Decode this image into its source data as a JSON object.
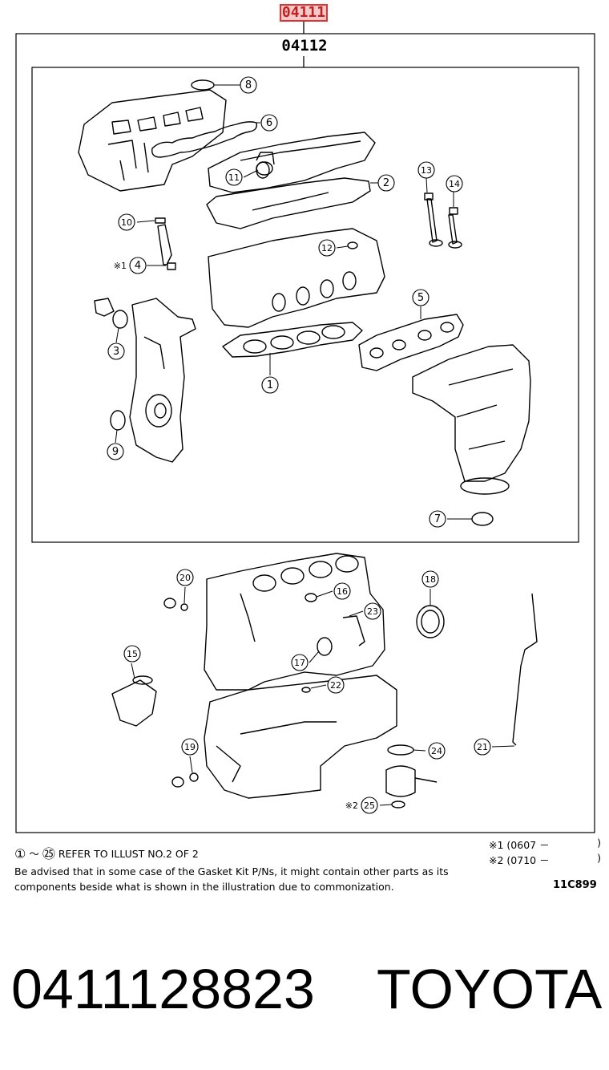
{
  "header": {
    "set_code": "04111",
    "kit_code": "04112"
  },
  "callouts": [
    {
      "num": "1",
      "label": "1"
    },
    {
      "num": "2",
      "label": "2"
    },
    {
      "num": "3",
      "label": "3"
    },
    {
      "num": "4",
      "label": "4",
      "mark": "※1"
    },
    {
      "num": "5",
      "label": "5"
    },
    {
      "num": "6",
      "label": "6"
    },
    {
      "num": "7",
      "label": "7"
    },
    {
      "num": "8",
      "label": "8"
    },
    {
      "num": "9",
      "label": "9"
    },
    {
      "num": "10",
      "label": "10"
    },
    {
      "num": "11",
      "label": "11"
    },
    {
      "num": "12",
      "label": "12"
    },
    {
      "num": "13",
      "label": "13"
    },
    {
      "num": "14",
      "label": "14"
    },
    {
      "num": "15",
      "label": "15"
    },
    {
      "num": "16",
      "label": "16"
    },
    {
      "num": "17",
      "label": "17"
    },
    {
      "num": "18",
      "label": "18"
    },
    {
      "num": "19",
      "label": "19"
    },
    {
      "num": "20",
      "label": "20"
    },
    {
      "num": "21",
      "label": "21"
    },
    {
      "num": "22",
      "label": "22"
    },
    {
      "num": "23",
      "label": "23"
    },
    {
      "num": "24",
      "label": "24"
    },
    {
      "num": "25",
      "label": "25",
      "mark": "※2"
    }
  ],
  "notes": {
    "range_start": "①",
    "range_sep": "～",
    "range_end": "㉕",
    "refer_text": "REFER TO ILLUST NO.2 OF 2",
    "advice_text": "Be advised that in some case of the Gasket Kit P/Ns,  it might contain other parts as its components beside what is shown in the illustration due to commonization.",
    "variant_1_mark": "※1",
    "variant_1_range": "(0607 －",
    "variant_1_close": ")",
    "variant_2_mark": "※2",
    "variant_2_range": "(0710 －",
    "variant_2_close": ")",
    "illustration_id": "11C899"
  },
  "footer": {
    "part_number": "0411128823",
    "brand": "TOYOTA"
  }
}
